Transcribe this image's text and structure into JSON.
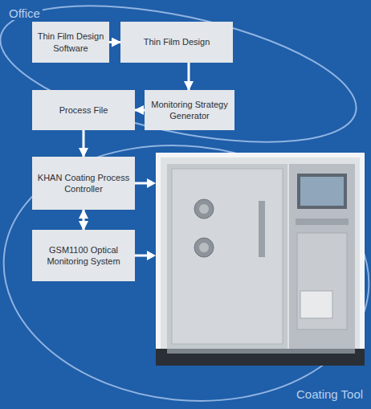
{
  "diagram": {
    "nodes": [
      {
        "text": [
          "Thin Film Design Software"
        ]
      },
      {
        "text": [
          "Thin Film Design"
        ]
      },
      {
        "text": [
          "Monitoring Strategy Generator"
        ]
      },
      {
        "text": [
          "Process File"
        ]
      },
      {
        "text": [
          "KHAN Coating Process Controller"
        ]
      },
      {
        "text": [
          "GSM1100 Optical Monitoring System"
        ]
      }
    ],
    "edges": [
      {
        "from": 0,
        "to": 1,
        "arrow": "to"
      },
      {
        "from": 1,
        "to": 2,
        "arrow": "to"
      },
      {
        "from": 2,
        "to": 3,
        "arrow": "to"
      },
      {
        "from": 3,
        "to": 4,
        "arrow": "to"
      },
      {
        "from": 4,
        "to": 5,
        "arrow": "both"
      }
    ],
    "labels": [
      "Office",
      "Coating Tool"
    ]
  }
}
